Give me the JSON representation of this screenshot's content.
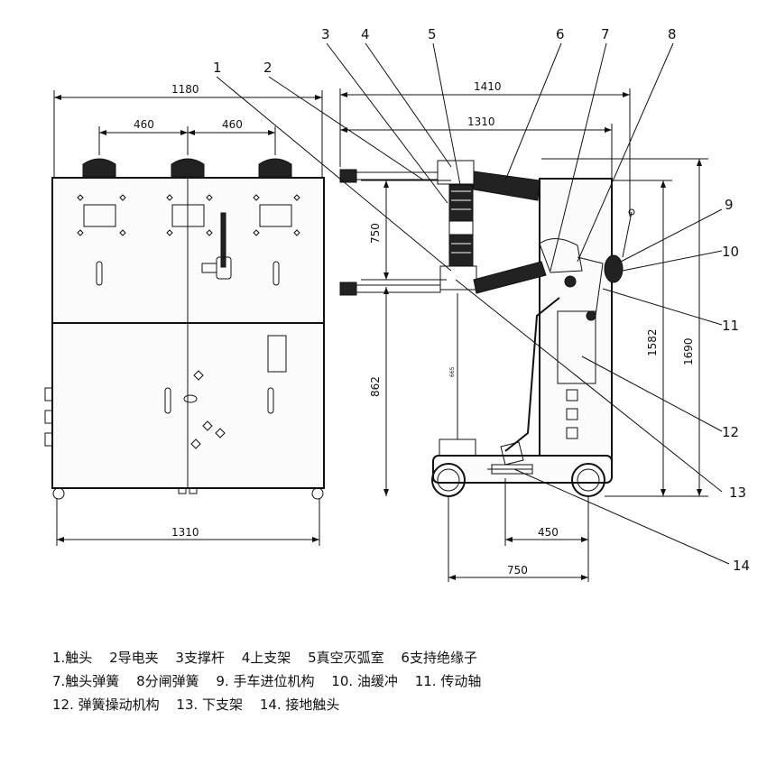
{
  "dimensions": {
    "front_width": "1180",
    "front_spacing_1": "460",
    "front_spacing_2": "460",
    "front_base": "1310",
    "side_total": "1410",
    "side_inner": "1310",
    "side_vertical_750": "750",
    "side_vertical_862": "862",
    "side_height_1582": "1582",
    "side_height_1690": "1690",
    "side_base_450": "450",
    "side_base_750": "750",
    "small_label": "665"
  },
  "callouts": [
    "1",
    "2",
    "3",
    "4",
    "5",
    "6",
    "7",
    "8",
    "9",
    "10",
    "11",
    "12",
    "13",
    "14"
  ],
  "legend": {
    "row1": [
      "1.触头",
      "2导电夹",
      "3支撑杆",
      "4上支架",
      "5真空灭弧室",
      "6支持绝缘子"
    ],
    "row2": [
      "7.触头弹簧",
      "8分闸弹簧",
      "9. 手车进位机构",
      "10. 油缓冲",
      "11. 传动轴"
    ],
    "row3": [
      "12. 弹簧操动机构",
      "13. 下支架",
      "14. 接地触头"
    ]
  }
}
